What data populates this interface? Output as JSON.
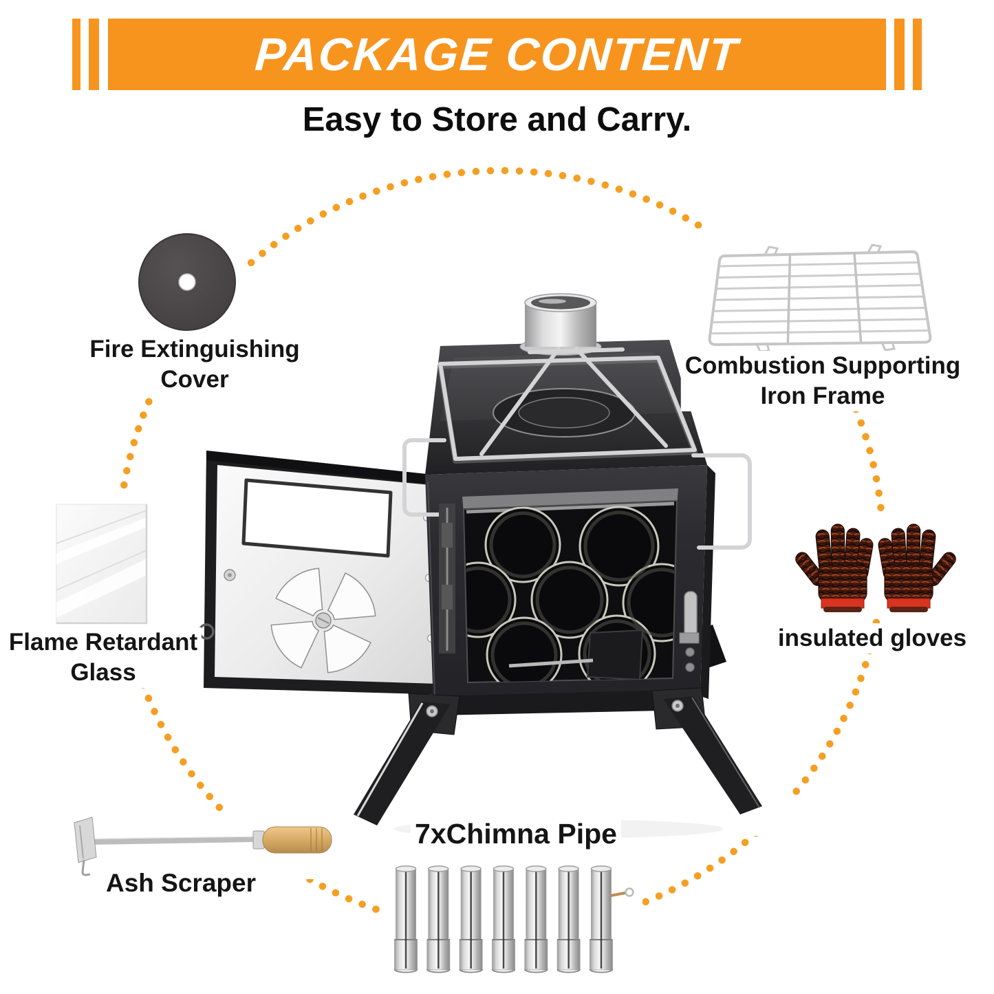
{
  "banner": {
    "title": "PACKAGE CONTENT"
  },
  "subtitle": "Easy to Store and Carry.",
  "items": {
    "fire_cover": {
      "line1": "Fire Extinguishing",
      "line2": "Cover"
    },
    "iron_frame": {
      "line1": "Combustion Supporting",
      "line2": "Iron Frame"
    },
    "glass": {
      "line1": "Flame Retardant",
      "line2": "Glass"
    },
    "gloves": {
      "label": "insulated gloves"
    },
    "scraper": {
      "label": "Ash Scraper"
    },
    "pipes": {
      "label": "7xChimna Pipe",
      "count": 7
    }
  },
  "colors": {
    "banner_orange": "#F7941E",
    "dot_orange": "#F49F23",
    "label_text": "#151515"
  }
}
